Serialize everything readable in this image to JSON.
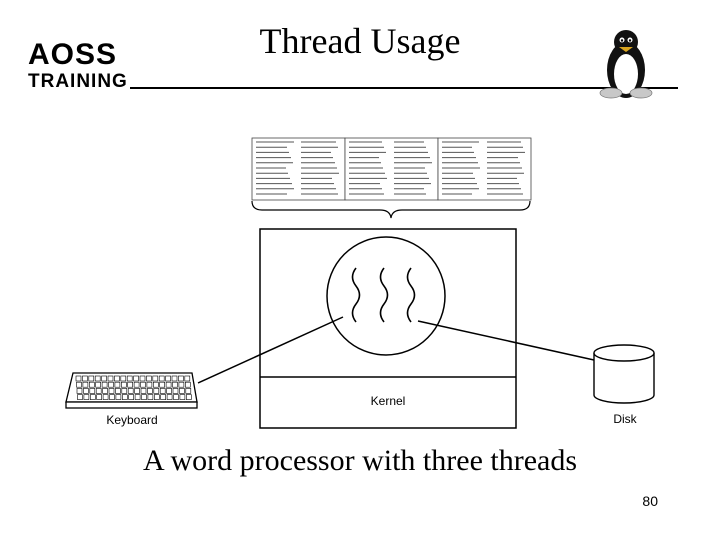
{
  "slide": {
    "title": "Thread Usage",
    "caption": "A word processor with three threads",
    "page_number": "80"
  },
  "logo": {
    "line1": "AOSS",
    "line2": "TRAINING",
    "icon": "penguin-icon"
  },
  "diagram": {
    "kernel_label": "Kernel",
    "keyboard_label": "Keyboard",
    "disk_label": "Disk",
    "document_page_count": 3,
    "thread_count": 3
  }
}
